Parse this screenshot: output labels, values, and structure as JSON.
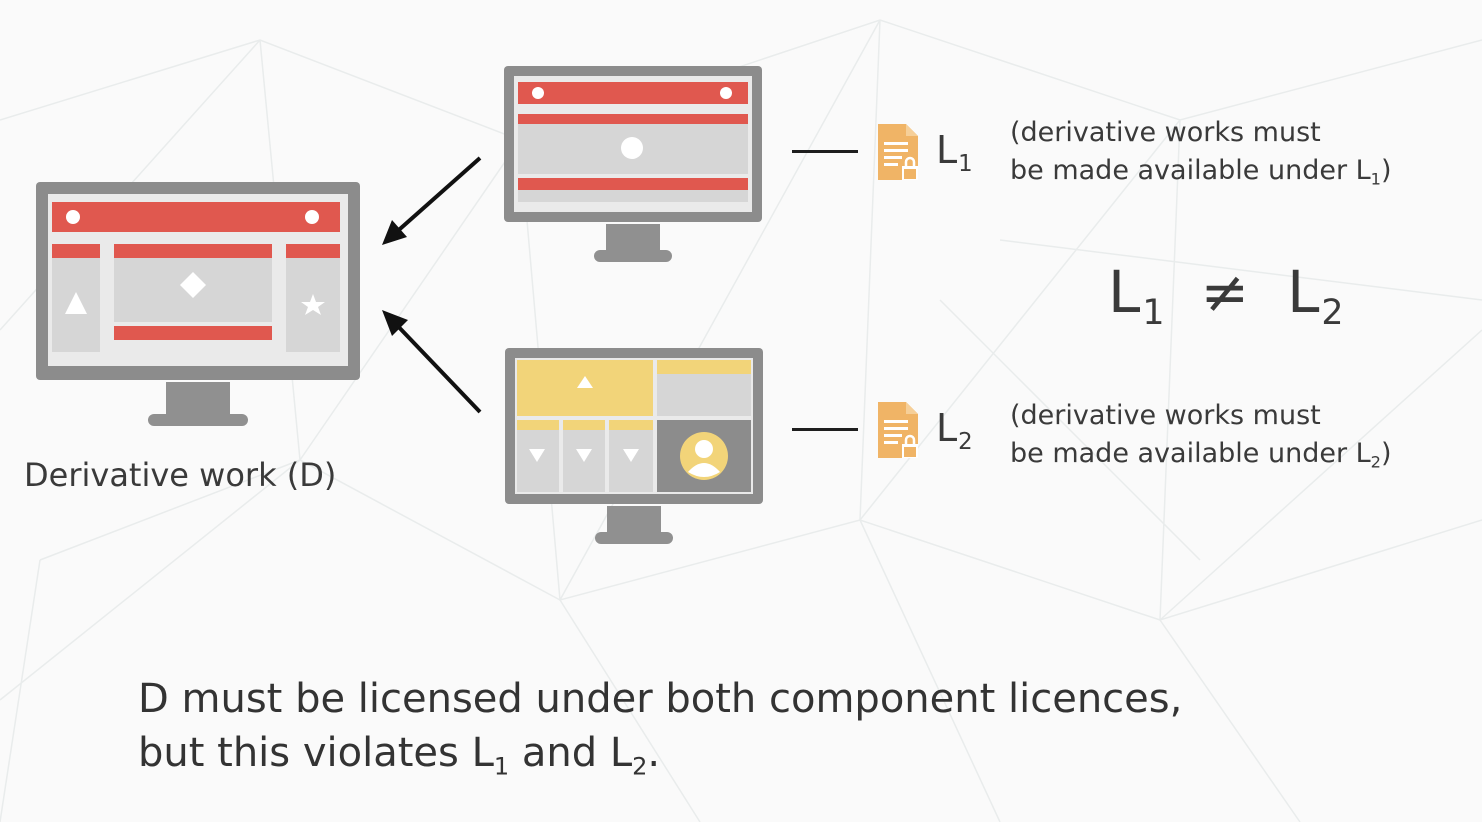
{
  "derivative": {
    "caption": "Derivative work (D)"
  },
  "component1": {
    "licence_letter": "L",
    "licence_sub": "1",
    "note_line1": "(derivative works must",
    "note_line2_prefix": "be made available under L",
    "note_line2_sub": "1",
    "note_line2_suffix": ")"
  },
  "component2": {
    "licence_letter": "L",
    "licence_sub": "2",
    "note_line1": "(derivative works must",
    "note_line2_prefix": "be made available under L",
    "note_line2_sub": "2",
    "note_line2_suffix": ")"
  },
  "inequality": {
    "left_letter": "L",
    "left_sub": "1",
    "symbol": "≠",
    "right_letter": "L",
    "right_sub": "2"
  },
  "conclusion": {
    "line1": "D must be licensed under both component licences,",
    "line2_prefix": "but this violates L",
    "line2_sub1": "1",
    "line2_mid": " and L",
    "line2_sub2": "2",
    "line2_suffix": "."
  },
  "colors": {
    "red": "#e0584f",
    "gray_dark": "#8c8c8c",
    "gray_light": "#d6d6d6",
    "yellow": "#f2d479",
    "orange": "#f0b466",
    "stand": "#909090"
  },
  "icons": [
    "document-lock-icon",
    "user-avatar-icon",
    "arrow-icon"
  ]
}
